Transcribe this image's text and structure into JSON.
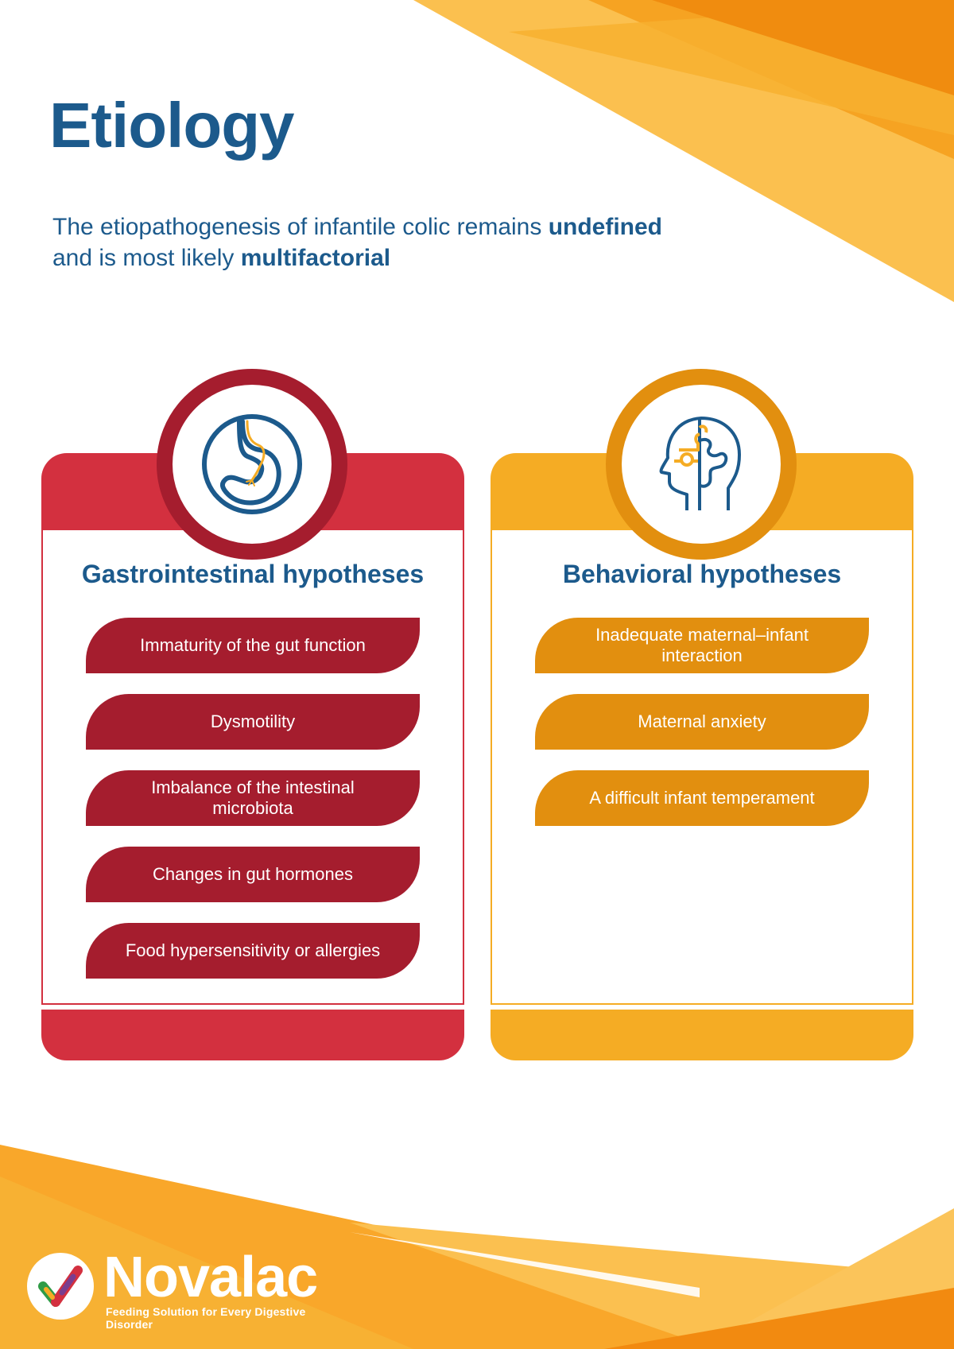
{
  "page": {
    "title": "Etiology",
    "intro": {
      "part1": "The etiopathogenesis of infantile colic remains ",
      "bold1": "undefined",
      "part2": "and is most likely ",
      "bold2": "multifactorial"
    }
  },
  "cards": [
    {
      "heading": "Gastrointestinal hypotheses",
      "icon": "stomach-icon",
      "items": [
        "Immaturity of the gut function",
        "Dysmotility",
        "Imbalance of the intestinal microbiota",
        "Changes in gut hormones",
        "Food hypersensitivity or allergies"
      ]
    },
    {
      "heading": "Behavioral hypotheses",
      "icon": "head-puzzle-icon",
      "items": [
        "Inadequate maternal–infant interaction",
        "Maternal anxiety",
        "A difficult infant temperament"
      ]
    }
  ],
  "brand": {
    "name": "Novalac",
    "tagline": "Feeding Solution for Every Digestive Disorder"
  },
  "colors": {
    "title_blue": "#1c5a8c",
    "gi_red": "#d3303f",
    "gi_dark_red": "#a51d2e",
    "behavioral_orange": "#f5ac24",
    "behavioral_dark_orange": "#e28f0f"
  }
}
